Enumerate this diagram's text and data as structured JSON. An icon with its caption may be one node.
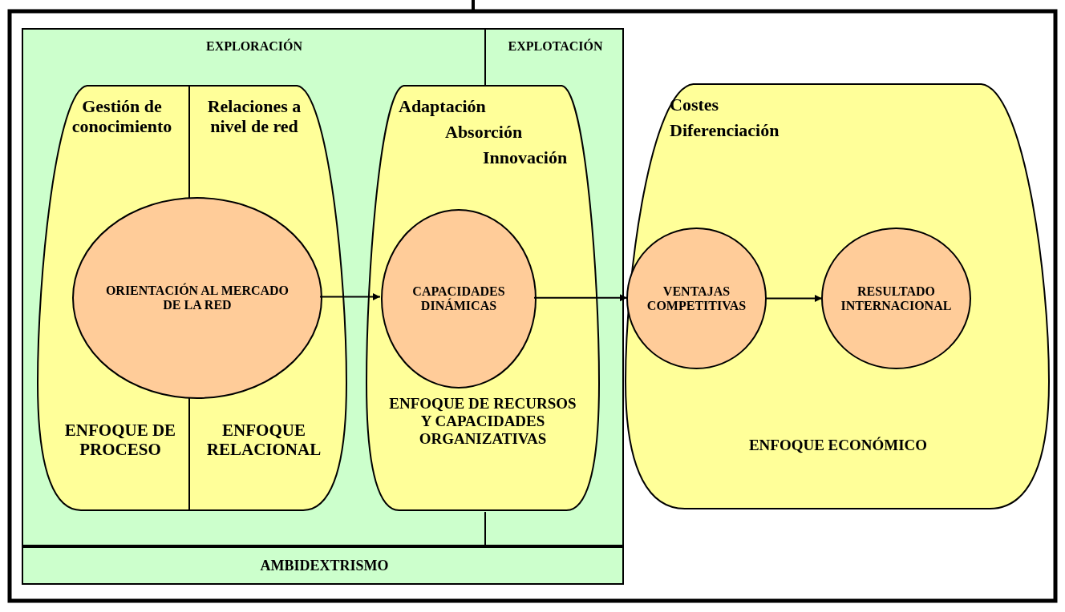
{
  "diagram": {
    "nodes": [
      {
        "text": [
          "EXPLORACIÓN",
          "EXPLOTACIÓN"
        ]
      },
      {
        "text": [
          "Gestión de conocimiento",
          "Relaciones a nivel de red",
          "ENFOQUE DE PROCESO",
          "ENFOQUE RELACIONAL"
        ],
        "in": 0
      },
      {
        "text": [
          "ORIENTACIÓN AL MERCADO DE LA RED"
        ],
        "in": 1
      },
      {
        "text": [
          "Adaptación",
          "Absorción",
          "Innovación",
          "ENFOQUE DE RECURSOS Y CAPACIDADES ORGANIZATIVAS"
        ],
        "in": 0
      },
      {
        "text": [
          "CAPACIDADES DINÁMICAS"
        ],
        "in": 3
      },
      {
        "text": [
          "Costes",
          "Diferenciación",
          "ENFOQUE ECONÓMICO"
        ]
      },
      {
        "text": [
          "VENTAJAS COMPETITIVAS"
        ],
        "in": 5
      },
      {
        "text": [
          "RESULTADO INTERNACIONAL"
        ],
        "in": 5
      },
      {
        "text": [
          "AMBIDEXTRISMO"
        ]
      }
    ],
    "edges": [
      {
        "from": 2,
        "to": 4,
        "arrow": "to"
      },
      {
        "from": 4,
        "to": 6,
        "arrow": "to"
      },
      {
        "from": 6,
        "to": 7,
        "arrow": "to"
      }
    ]
  }
}
